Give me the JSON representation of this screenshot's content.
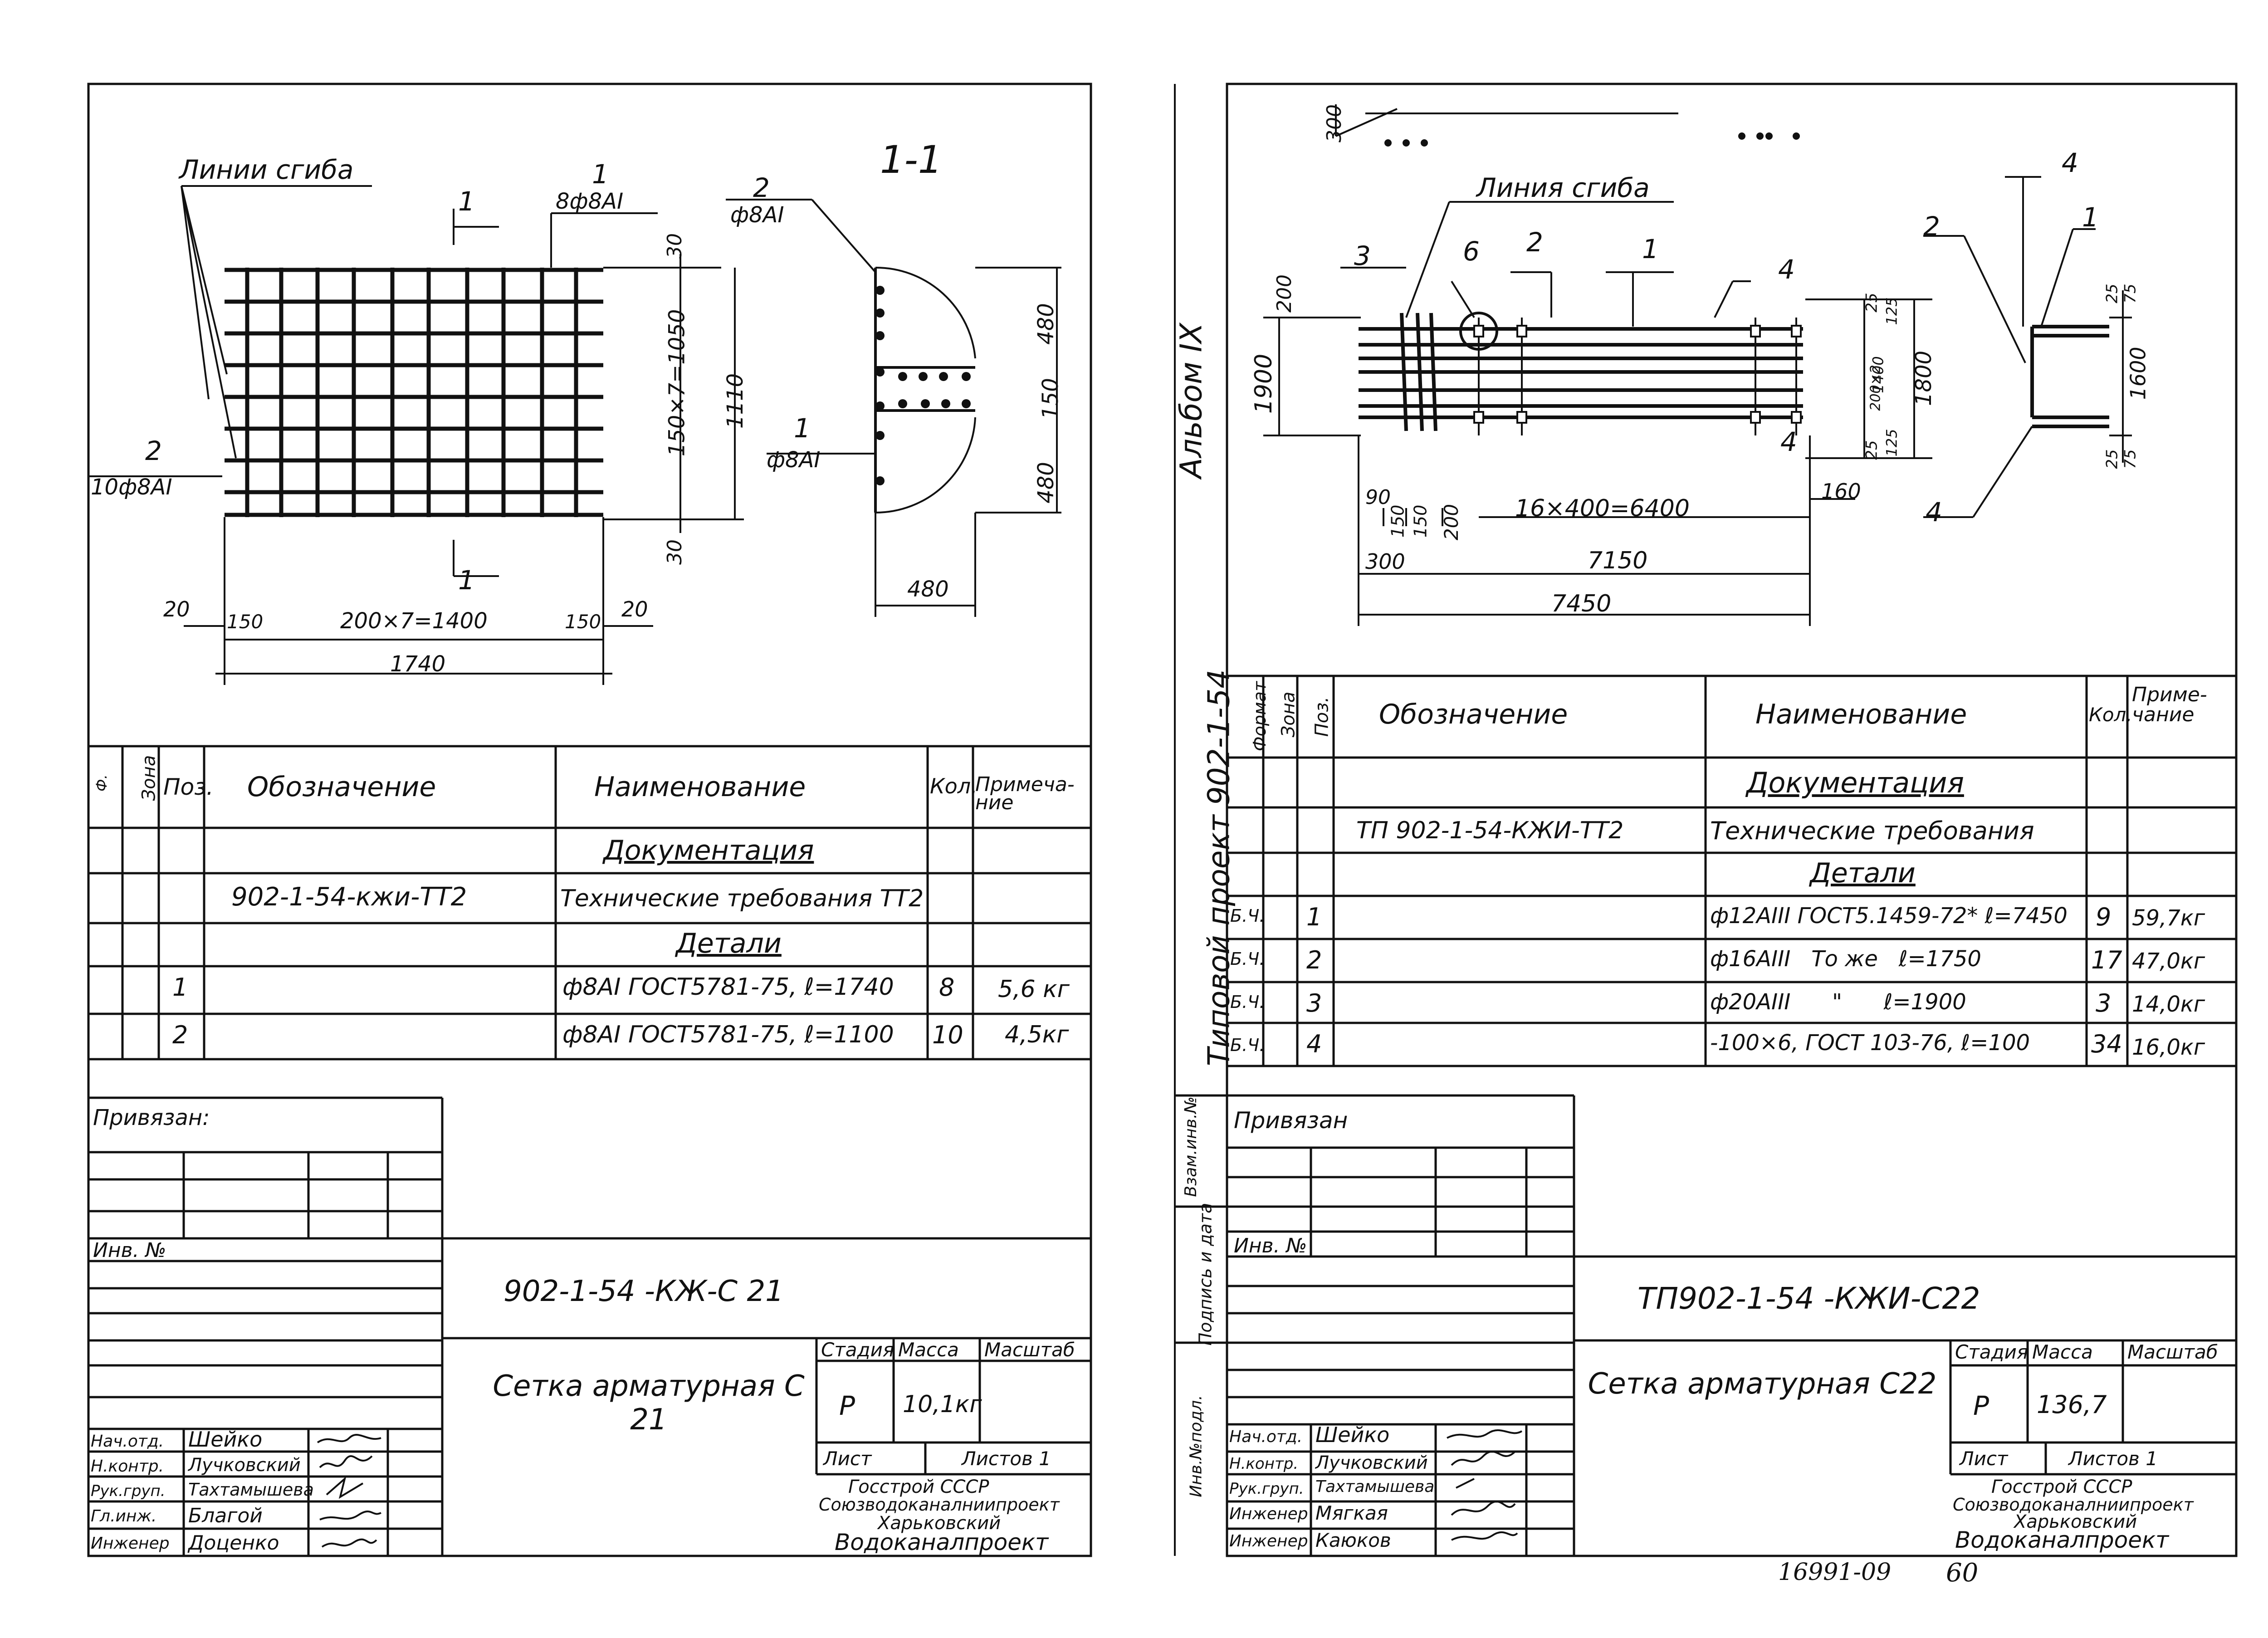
{
  "left": {
    "drawing": {
      "bend_lines": "Линии сгиба",
      "section": "1-1",
      "cut_mark": "1",
      "pos1_num": "1",
      "pos1_spec": "8ф8АI",
      "pos2_num": "2",
      "pos2_spec": "ф8АI",
      "pos2_left_num": "2",
      "pos2_left_spec": "10ф8АI",
      "pos1_right_num": "1",
      "pos1_right_spec": "ф8АI",
      "d30_top": "30",
      "d30_bottom": "30",
      "d1050": "150×7=1050",
      "d1110": "1110",
      "d480_a": "480",
      "d150": "150",
      "d480_b": "480",
      "d480_c": "480",
      "d20_left": "20",
      "d150_left": "150",
      "d1400": "200×7=1400",
      "d150_right": "150",
      "d20_right": "20",
      "d1740": "1740"
    },
    "spec": {
      "headers": {
        "format": "Ф.",
        "zone": "Зона",
        "pos": "Поз.",
        "designation": "Обозначение",
        "name": "Наименование",
        "qty": "Кол.",
        "note": "Примеча-ние"
      },
      "section_docs": "Документация",
      "doc_designation": "902-1-54-кжи-ТТ2",
      "doc_name": "Технические требования ТТ2",
      "section_details": "Детали",
      "rows": [
        {
          "pos": "1",
          "name": "ф8АI ГОСТ5781-75, ℓ=1740",
          "qty": "8",
          "note": "5,6 кг"
        },
        {
          "pos": "2",
          "name": "ф8АI ГОСТ5781-75, ℓ=1100",
          "qty": "10",
          "note": "4,5кг"
        }
      ]
    },
    "stamp": {
      "privyazan": "Привязан:",
      "inv_no": "Инв. №",
      "code": "902-1-54 -КЖ-С 21",
      "title": "Сетка арматурная С 21",
      "stage_label": "Стадия",
      "mass_label": "Масса",
      "scale_label": "Масштаб",
      "stage": "Р",
      "mass": "10,1кг",
      "sheet_label": "Лист",
      "sheets_label": "Листов 1",
      "org1": "Госстрой СССР",
      "org2": "Союзводоканалниипроект",
      "org3": "Харьковский",
      "org4": "Водоканалпроект",
      "roles": [
        {
          "role": "Нач.отд.",
          "name": "Шейко"
        },
        {
          "role": "Н.контр.",
          "name": "Лучковский"
        },
        {
          "role": "Рук.груп.",
          "name": "Тахтамышева"
        },
        {
          "role": "Гл.инж.",
          "name": "Благой"
        },
        {
          "role": "Инженер",
          "name": "Доценко"
        }
      ]
    }
  },
  "right": {
    "side_texts": {
      "album": "Альбом IX",
      "project": "Типовой проект 902-1-54",
      "vzam": "Взам.инв.№",
      "podpis": "Подпись и дата",
      "invpodl": "Инв.№подл."
    },
    "drawing": {
      "d300_top": "300",
      "bend_line": "Линия сгиба",
      "p3": "3",
      "p6": "6",
      "p2": "2",
      "p1": "1",
      "p4_top": "4",
      "p4_label": "4",
      "p2_right": "2",
      "p1_right": "1",
      "p4_bottom": "4",
      "d200": "200",
      "d1900": "1900",
      "d25a": "25",
      "d125a": "125",
      "d200x2": "200×2",
      "d1400": "1400",
      "d1800": "1800",
      "d25b": "25",
      "d125b": "125",
      "d4": "4",
      "d90": "90",
      "d150a": "150",
      "d150b": "150",
      "d200b": "200",
      "d6400": "16×400=6400",
      "d160": "160",
      "d300": "300",
      "d7150": "7150",
      "d7450": "7450",
      "r25a": "25",
      "r75a": "75",
      "r1600": "1600",
      "r25b": "25",
      "r75b": "75"
    },
    "spec": {
      "headers": {
        "format": "Формат",
        "zone": "Зона",
        "pos": "Поз.",
        "designation": "Обозначение",
        "name": "Наименование",
        "qty": "Кол.",
        "note": "Приме-чание"
      },
      "section_docs": "Документация",
      "doc_designation": "ТП 902-1-54-КЖИ-ТТ2",
      "doc_name": "Технические требования",
      "section_details": "Детали",
      "rows": [
        {
          "format": "Б.Ч.",
          "pos": "1",
          "name": "ф12АIII ГОСТ5.1459-72* ℓ=7450",
          "qty": "9",
          "note": "59,7кг"
        },
        {
          "format": "Б.Ч.",
          "pos": "2",
          "name": "ф16АIII   То же   ℓ=1750",
          "qty": "17",
          "note": "47,0кг"
        },
        {
          "format": "Б.Ч.",
          "pos": "3",
          "name": "ф20АIII      \"      ℓ=1900",
          "qty": "3",
          "note": "14,0кг"
        },
        {
          "format": "Б.Ч.",
          "pos": "4",
          "name": "-100×6, ГОСТ 103-76, ℓ=100",
          "qty": "34",
          "note": "16,0кг"
        }
      ]
    },
    "stamp": {
      "privyazan": "Привязан",
      "inv_no": "Инв. №",
      "code": "ТП902-1-54 -КЖИ-С22",
      "title": "Сетка арматурная С22",
      "stage_label": "Стадия",
      "mass_label": "Масса",
      "scale_label": "Масштаб",
      "stage": "Р",
      "mass": "136,7",
      "sheet_label": "Лист",
      "sheets_label": "Листов 1",
      "org1": "Госстрой СССР",
      "org2": "Союзводоканалниипроект",
      "org3": "Харьковский",
      "org4": "Водоканалпроект",
      "roles": [
        {
          "role": "Нач.отд.",
          "name": "Шейко"
        },
        {
          "role": "Н.контр.",
          "name": "Лучковский"
        },
        {
          "role": "Рук.груп.",
          "name": "Тахтамышева"
        },
        {
          "role": "Инженер",
          "name": "Мягкая"
        },
        {
          "role": "Инженер",
          "name": "Каюков"
        }
      ]
    }
  },
  "footer": {
    "number": "16991-09",
    "page": "60"
  }
}
